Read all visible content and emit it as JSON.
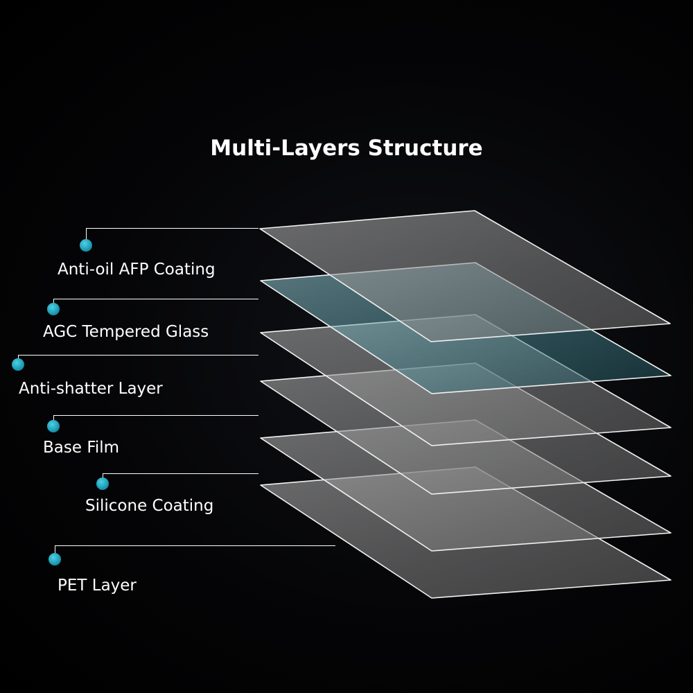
{
  "title": "Multi-Layers Structure",
  "accent_color": "#1a9bb3",
  "layers": [
    {
      "label": "Anti-oil AFP Coating",
      "icon": "teal-dot-icon",
      "tint": "gray"
    },
    {
      "label": "AGC Tempered Glass",
      "icon": "teal-dot-icon",
      "tint": "teal"
    },
    {
      "label": "Anti-shatter Layer",
      "icon": "teal-dot-icon",
      "tint": "gray"
    },
    {
      "label": "Base Film",
      "icon": "teal-dot-icon",
      "tint": "gray"
    },
    {
      "label": "Silicone Coating",
      "icon": "teal-dot-icon",
      "tint": "gray"
    },
    {
      "label": "PET Layer",
      "icon": "teal-dot-icon",
      "tint": "gray"
    }
  ]
}
